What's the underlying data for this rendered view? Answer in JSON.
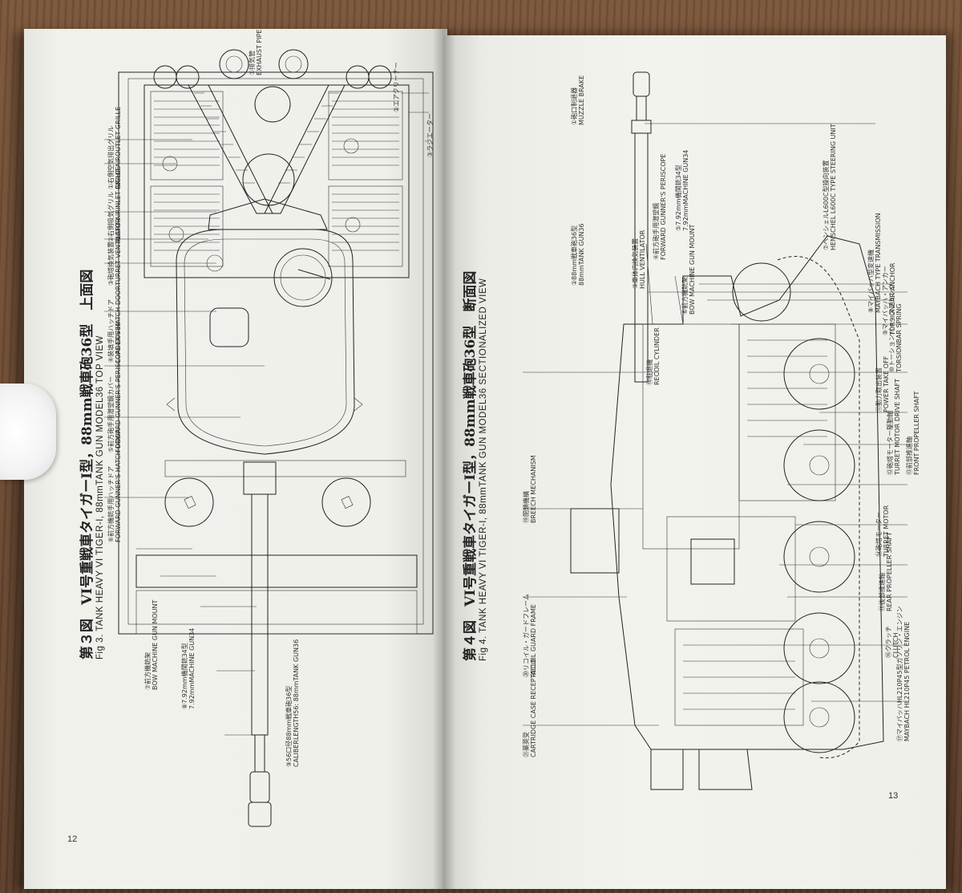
{
  "left_page": {
    "title_jp": "第３図　VI号重戦車タイガーI型，88mm戦車砲36型　上面図",
    "title_en": "Fig 3. TANK HEAVY VI TIGER-I, 88mmTANK GUN MODEL36 TOP VIEW",
    "page_number": "12",
    "callouts": [
      {
        "jp": "①右側空気排出グリル",
        "en": "RIGHT AIROUTLET GRILLE"
      },
      {
        "jp": "②右側吸気グリル",
        "en": "RIGHT AIRINLET GRILLE"
      },
      {
        "jp": "③砲塔換気装置",
        "en": "TURRET VENTILATOR"
      },
      {
        "jp": "④装填手用ハッチドア",
        "en": "LOADER'S HATCH DOOR"
      },
      {
        "jp": "⑤前方砲手用潜望鏡カバー",
        "en": "FORWARD GUNNER'S PERISCOPE COVER"
      },
      {
        "jp": "⑥前方機銃手用ハッチドア",
        "en": "FORWARD GUNNER'S HATCH DOOR"
      },
      {
        "jp": "⑦前方機銃架",
        "en": "BOW MACHINE GUN MOUNT"
      },
      {
        "jp": "⑧7.92mm機関銃34型",
        "en": "7.92mmMACHINE GUN34"
      },
      {
        "jp": "⑨56口径88mm戦車砲36型",
        "en": "CALIBERLENGTH56: 88mmTANK GUN36"
      }
    ],
    "top_labels": [
      {
        "jp": "①排気管",
        "en": "EXHAUST PIPE"
      },
      {
        "jp": "②エアクリーナー",
        "en": ""
      },
      {
        "jp": "③ラジエーター",
        "en": ""
      }
    ]
  },
  "right_page": {
    "title_jp": "第４図　VI号重戦車タイガーI型，88mm戦車砲36型　断面図",
    "title_en": "Fig 4. TANK HEAVY VI TIGER-I, 88mmTANK GUN MODEL36 SECTIONALIZED VIEW",
    "page_number": "13",
    "callouts_top": [
      {
        "jp": "①砲口制退器",
        "en": "MUZZLE BRAKE"
      },
      {
        "jp": "②88mm戦車砲36型",
        "en": "88mmTANK GUN36"
      },
      {
        "jp": "③車体内換気装置",
        "en": "HULL VENTILATOR"
      },
      {
        "jp": "④前方砲手用潜望鏡",
        "en": "FORWARD GUNNER'S PERISCOPE"
      },
      {
        "jp": "⑤7.92mm機関銃34型",
        "en": "7.92mmMACHINE GUN34"
      },
      {
        "jp": "⑥前方機銃架",
        "en": "BOW MACHINE GUN MOUNT"
      },
      {
        "jp": "⑦ヘンシェルL600C型操向装置",
        "en": "HENSCHEL L600C TYPE STEERING UNIT"
      },
      {
        "jp": "⑧マイバッハ型変速機",
        "en": "MAYBACH TYPE TRANSMISSION"
      },
      {
        "jp": "⑨マイバッハ・アンカー",
        "en": "TORSIONBAR ANCHOR"
      },
      {
        "jp": "⑩トーションバー・スプリング",
        "en": "TORSIONBAR SPRING"
      },
      {
        "jp": "⑪動力取出装置",
        "en": "POWER TAKE OFF"
      },
      {
        "jp": "⑫砲塔モーター駆動軸",
        "en": "TURRET MOTOR DRIVE SHAFT"
      },
      {
        "jp": "⑬前部推進軸",
        "en": "FRONT PROPELLER SHAFT"
      },
      {
        "jp": "⑭砲塔モーター",
        "en": "TURRET MOTOR"
      },
      {
        "jp": "⑮後部推進軸",
        "en": "REAR PROPELLER SHAFT"
      },
      {
        "jp": "⑯クラッチ",
        "en": "CLUTCH"
      },
      {
        "jp": "⑰マイバッハHL210P45型ガソリン・エンジン",
        "en": "MAYBACH HL210P45 PETROL ENGINE"
      }
    ],
    "callouts_left": [
      {
        "jp": "⑱駐退機",
        "en": "RECOIL CYLINDER"
      },
      {
        "jp": "⑲閉鎖機構",
        "en": "BREECH MECHANISM"
      },
      {
        "jp": "⑳リコイル・ガードフレーム",
        "en": "RECOIL GUARD FRAME"
      },
      {
        "jp": "㉑薬莢受",
        "en": "CARTRIDGE CASE RECEPTACLE"
      }
    ]
  }
}
